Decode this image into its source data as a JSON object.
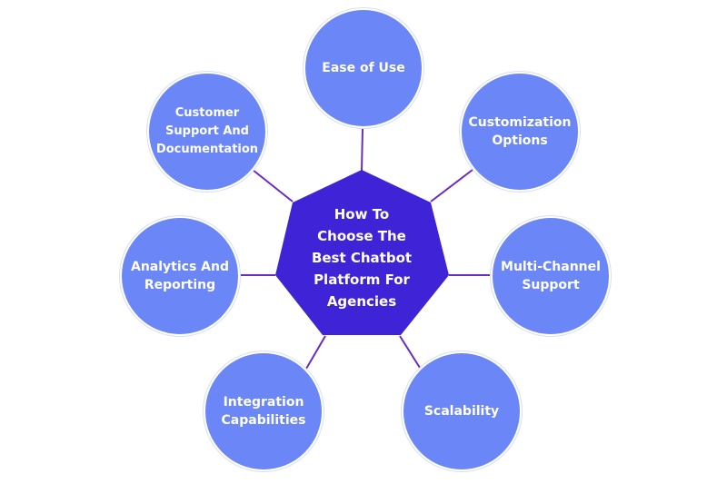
{
  "colors": {
    "node_fill": "#6b86f6",
    "hub_fill": "#3f23d6",
    "connector": "#6a2bc4",
    "background": "#ffffff"
  },
  "center": {
    "label": "How To Choose The Best Chatbot Platform For Agencies"
  },
  "factors": [
    {
      "label": "Ease of Use"
    },
    {
      "label": "Customization Options"
    },
    {
      "label": "Multi-Channel Support"
    },
    {
      "label": "Scalability"
    },
    {
      "label": "Integration Capabilities"
    },
    {
      "label": "Analytics And Reporting"
    },
    {
      "label": "Customer Support And Documentation"
    }
  ]
}
